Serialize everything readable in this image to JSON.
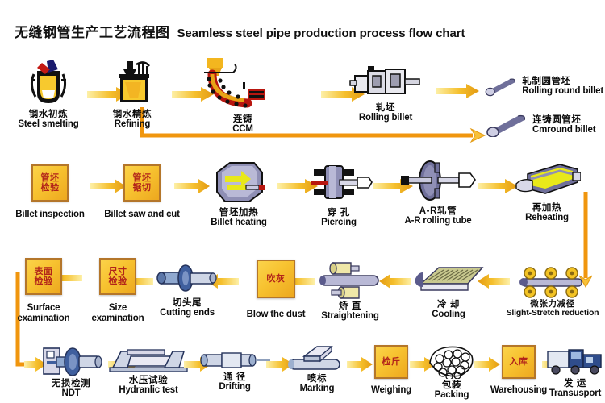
{
  "title": {
    "cn": "无缝钢管生产工艺流程图",
    "en": "Seamless steel pipe production process flow chart"
  },
  "colors": {
    "arrow_light": "#fdf0a8",
    "arrow_mid": "#f5bf2c",
    "arrow_dark": "#e39a12",
    "route_line": "#f0960e",
    "box_border": "#b4762a",
    "box_text": "#b2241a",
    "caption": "#0c0c0c",
    "background": "#ffffff"
  },
  "rows": [
    {
      "id": "row-1",
      "direction": "left-to-right",
      "nodes": [
        {
          "id": "steel-smelting",
          "cn": "钢水初炼",
          "en": "Steel smelting",
          "icon": "ladle-icon",
          "boxed": false
        },
        {
          "id": "refining",
          "cn": "钢水精炼",
          "en": "Refining",
          "icon": "refining-vessel-icon",
          "boxed": false
        },
        {
          "id": "ccm",
          "cn": "连铸",
          "en": "CCM",
          "icon": "caster-curve-icon",
          "boxed": false
        },
        {
          "id": "rolling-billet",
          "cn": "轧坯",
          "en": "Rolling billet",
          "icon": "rolling-mill-icon",
          "boxed": false
        },
        {
          "id": "rolling-round-billet",
          "cn": "轧制圆管坯",
          "en": "Rolling round billet",
          "icon": "round-billet-icon",
          "boxed": false
        },
        {
          "id": "cmround-billet",
          "cn": "连铸圆管坯",
          "en": "Cmround billet",
          "icon": "round-billet-icon",
          "boxed": false
        }
      ]
    },
    {
      "id": "row-2",
      "direction": "left-to-right",
      "nodes": [
        {
          "id": "billet-inspection",
          "cn": "管坯\n检验",
          "cn1": "管坯",
          "cn2": "检验",
          "en": "Billet inspection",
          "icon": "inspection-box-icon",
          "boxed": true
        },
        {
          "id": "billet-saw-and-cut",
          "cn": "管坯\n锯切",
          "cn1": "管坯",
          "cn2": "锯切",
          "en": "Billet saw and cut",
          "icon": "saw-box-icon",
          "boxed": true
        },
        {
          "id": "billet-heating",
          "cn": "管坯加热",
          "en": "Billet heating",
          "icon": "furnace-icon",
          "boxed": false
        },
        {
          "id": "piercing",
          "cn": "穿 孔",
          "en": "Piercing",
          "icon": "piercer-icon",
          "boxed": false
        },
        {
          "id": "ar-rolling-tube",
          "cn": "A-R轧管",
          "en": "A-R rolling tube",
          "icon": "ar-mill-icon",
          "boxed": false
        },
        {
          "id": "reheating",
          "cn": "再加热",
          "en": "Reheating",
          "icon": "reheat-furnace-icon",
          "boxed": false
        }
      ]
    },
    {
      "id": "row-3",
      "direction": "right-to-left",
      "nodes": [
        {
          "id": "surface-examination",
          "cn": "表面\n检验",
          "cn1": "表面",
          "cn2": "检验",
          "en1": "Surface",
          "en2": "examination",
          "en": "Surface examination",
          "icon": "inspection-box-icon",
          "boxed": true
        },
        {
          "id": "size-examination",
          "cn": "尺寸\n检验",
          "cn1": "尺寸",
          "cn2": "检验",
          "en1": "Size",
          "en2": "examination",
          "en": "Size examination",
          "icon": "inspection-box-icon",
          "boxed": true
        },
        {
          "id": "cutting-ends",
          "cn": "切头尾",
          "en": "Cutting ends",
          "icon": "cutting-saw-icon",
          "boxed": false
        },
        {
          "id": "blow-the-dust",
          "cn": "吹灰",
          "en": "Blow the dust",
          "icon": "blow-box-icon",
          "boxed": true
        },
        {
          "id": "straightening",
          "cn": "矫 直",
          "en": "Straightening",
          "icon": "straightener-icon",
          "boxed": false
        },
        {
          "id": "cooling",
          "cn": "冷 却",
          "en": "Cooling",
          "icon": "cooling-bed-icon",
          "boxed": false
        },
        {
          "id": "slight-stretch-reduction",
          "cn": "微张力减径",
          "en": "Slight-Stretch reduction",
          "icon": "reducer-rolls-icon",
          "boxed": false
        }
      ]
    },
    {
      "id": "row-4",
      "direction": "left-to-right",
      "nodes": [
        {
          "id": "ndt",
          "cn": "无损检测",
          "en": "NDT",
          "icon": "ndt-scanner-icon",
          "boxed": false
        },
        {
          "id": "hydranlic",
          "cn": "水压试验",
          "en": "Hydranlic test",
          "icon": "press-icon",
          "boxed": false
        },
        {
          "id": "drifting",
          "cn": "通 径",
          "en": "Drifting",
          "icon": "drift-tube-icon",
          "boxed": false
        },
        {
          "id": "marking",
          "cn": "喷标",
          "en": "Marking",
          "icon": "marking-icon",
          "boxed": false
        },
        {
          "id": "weighing",
          "cn": "检斤",
          "en": "Weighing",
          "icon": "weigh-box-icon",
          "boxed": true
        },
        {
          "id": "packing",
          "cn": "包装",
          "en": "Packing",
          "icon": "bundle-icon",
          "boxed": false
        },
        {
          "id": "warehousing",
          "cn": "入库",
          "en": "Warehousing",
          "icon": "store-box-icon",
          "boxed": true
        },
        {
          "id": "transusport",
          "cn": "发 运",
          "en": "Transusport",
          "icon": "truck-icon",
          "boxed": false
        }
      ]
    }
  ]
}
